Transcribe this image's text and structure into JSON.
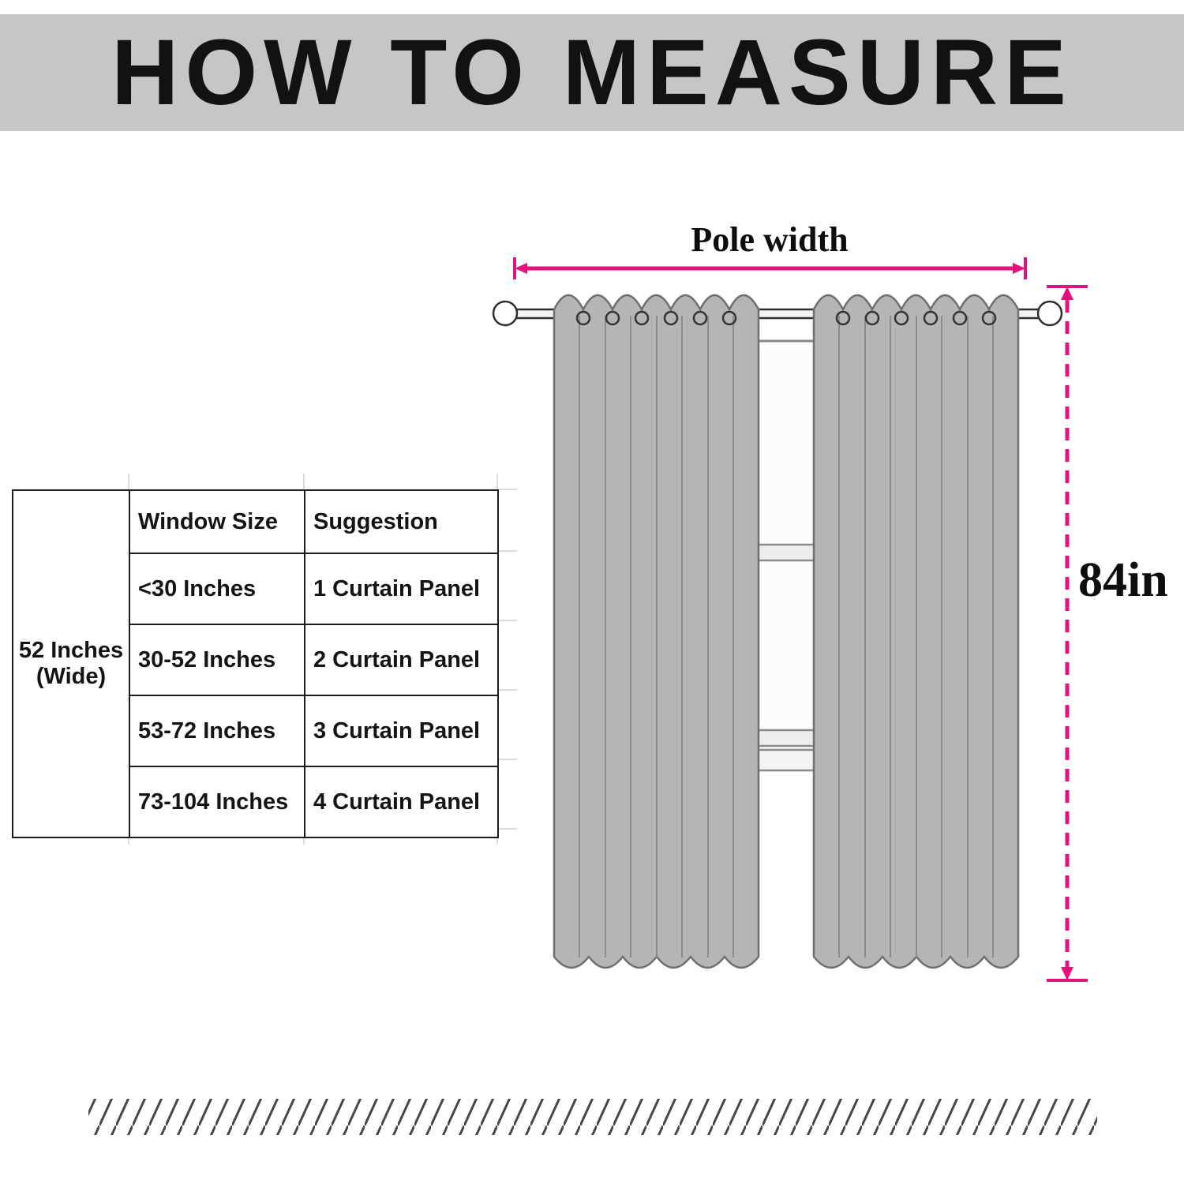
{
  "banner": {
    "title": "HOW TO MEASURE"
  },
  "diagram": {
    "pole_width_label": "Pole width",
    "height_label": "84in",
    "panel_width_note": "52 Inches (Wide)"
  },
  "table": {
    "side_header": "52 Inches (Wide)",
    "columns": [
      "Window Size",
      "Suggestion"
    ],
    "rows": [
      {
        "window_size": "<30 Inches",
        "suggestion": "1 Curtain Panel"
      },
      {
        "window_size": "30-52 Inches",
        "suggestion": "2 Curtain Panel"
      },
      {
        "window_size": "53-72 Inches",
        "suggestion": "3 Curtain Panel"
      },
      {
        "window_size": "73-104 Inches",
        "suggestion": "4 Curtain Panel"
      }
    ]
  },
  "colors": {
    "accent_magenta": "#E5127D",
    "banner_gray": "#C6C6C6",
    "curtain_fill": "#B5B5B5",
    "curtain_outline": "#6F6F6F"
  }
}
